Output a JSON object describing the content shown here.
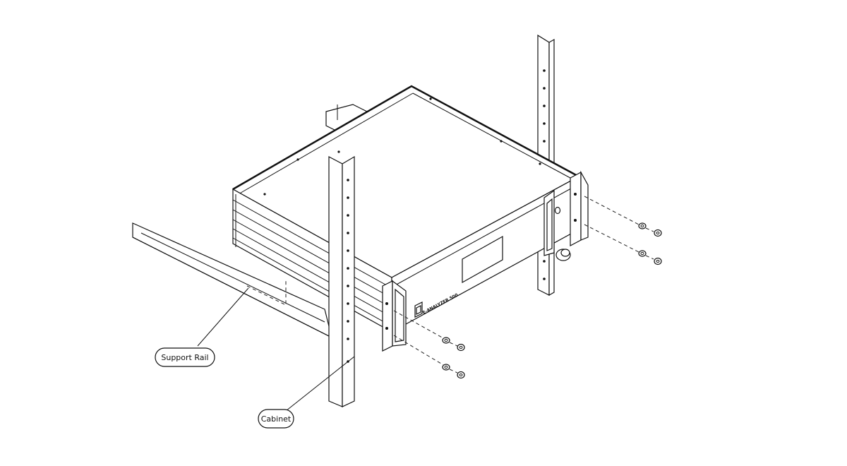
{
  "labels": {
    "support_rail": "Support Rail",
    "cabinet": "Cabinet"
  },
  "front_panel_text": "E-ANALYZER 500",
  "colors": {
    "ink": "#111111",
    "background": "#ffffff"
  }
}
